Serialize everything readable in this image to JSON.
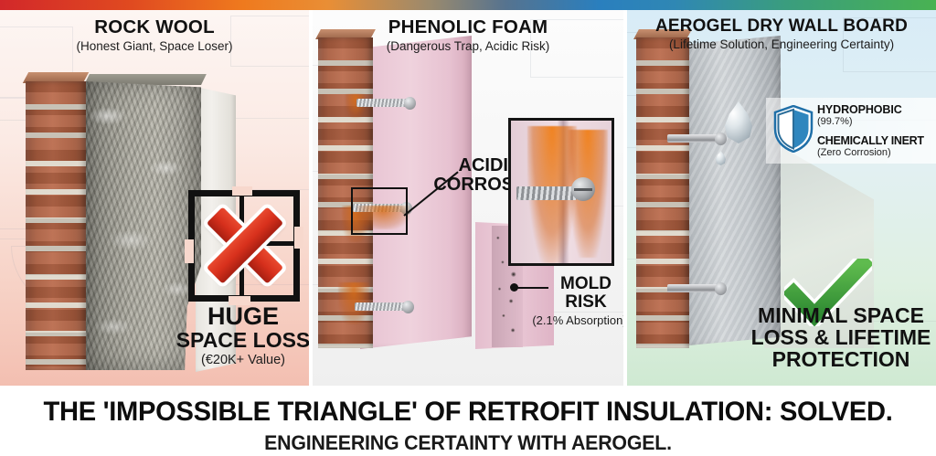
{
  "topbar": {
    "gradient": "#d2282a,#ef7a1e,#56738f,#2a7fbe,#49b252"
  },
  "panels": [
    {
      "id": "rock-wool",
      "title": "ROCK WOOL",
      "subtitle": "(Honest Giant, Space Loser)",
      "verdict_icon": "red-x-icon",
      "caption_line1": "HUGE",
      "caption_line2": "SPACE LOSS",
      "caption_sub": "(€20K+ Value)",
      "accent": "#d7301c",
      "bg": "#f7d3c7"
    },
    {
      "id": "phenolic-foam",
      "title": "PHENOLIC FOAM",
      "subtitle": "(Dangerous Trap, Acidic Risk)",
      "label_corrosion_line1": "ACIDIC",
      "label_corrosion_line2": "CORROSION",
      "label_mold_line1": "MOLD",
      "label_mold_line2": "RISK",
      "label_mold_sub": "(2.1% Absorption)",
      "accent": "#e9c6d4",
      "bg": "#f4f4f4"
    },
    {
      "id": "aerogel-dry-wall-board",
      "title": "AEROGEL DRY WALL BOARD",
      "subtitle": "(Lifetime Solution, Engineering Certainty)",
      "verdict_icon": "green-check-icon",
      "badge_icon": "shield-icon",
      "badge_line1": "HYDROPHOBIC",
      "badge_line2": "(99.7%)",
      "badge_line3": "CHEMICALLY INERT",
      "badge_line4": "(Zero Corrosion)",
      "caption_line1": "MINIMAL SPACE",
      "caption_line2": "LOSS & LIFETIME",
      "caption_line3": "PROTECTION",
      "accent": "#3a9d4a",
      "bg": "#dff0e2"
    }
  ],
  "footer": {
    "headline": "THE 'IMPOSSIBLE TRIANGLE' OF RETROFIT INSULATION: SOLVED.",
    "subhead": "ENGINEERING CERTAINTY WITH AEROGEL."
  }
}
